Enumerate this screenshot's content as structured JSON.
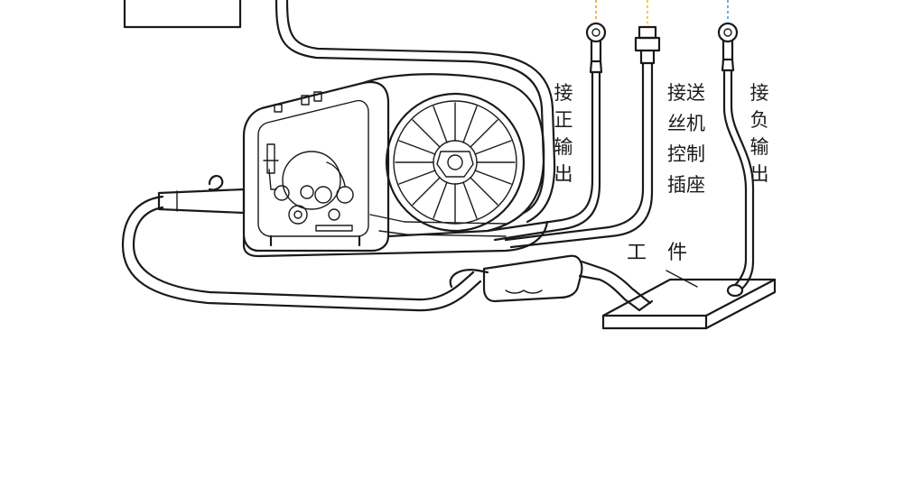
{
  "labels": {
    "positive_output": "接正输出",
    "feeder_socket": "接送丝机控制插座",
    "negative_output": "接负输出",
    "workpiece": "工 件"
  },
  "colors": {
    "line": "#1a1a1a",
    "dash_orange": "#f0a020",
    "dash_yellow": "#e8c800",
    "dash_blue": "#3aa0e0"
  }
}
